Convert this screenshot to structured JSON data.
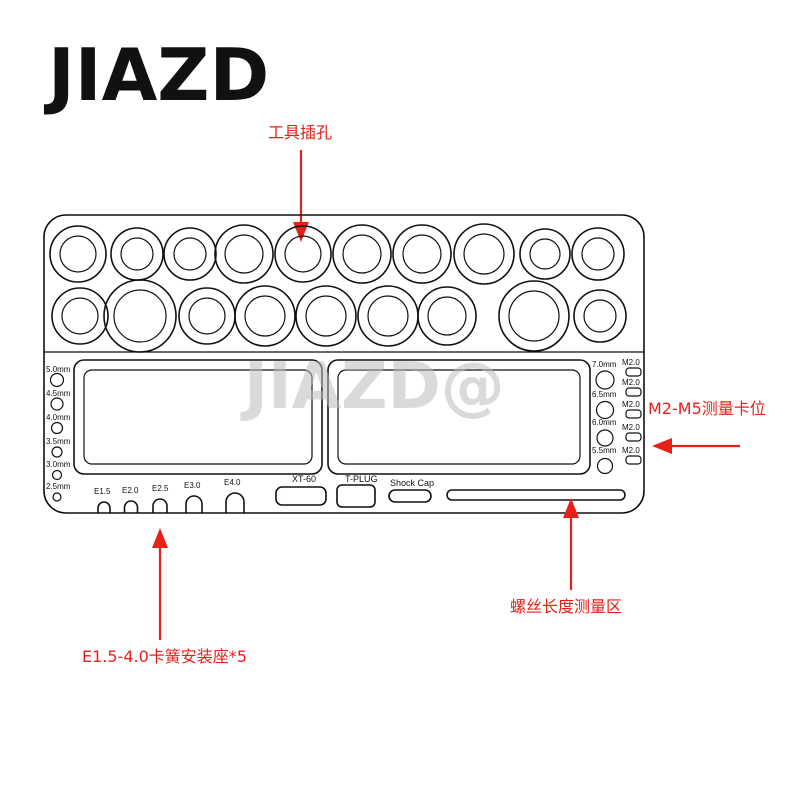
{
  "brand": "JIAZD",
  "watermark": "JIAZD@",
  "colors": {
    "annotation": "#e8201a",
    "outline": "#111111",
    "watermark": "#bdbdbd"
  },
  "annotations": {
    "tool_holes": "工具插孔",
    "gauge_slots": "M2-M5测量卡位",
    "screw_length": "螺丝长度测量区",
    "clip_seats": "E1.5-4.0卡簧安装座*5"
  },
  "left_scale": [
    "5.0mm",
    "4.5mm",
    "4.0mm",
    "3.5mm",
    "3.0mm",
    "2.5mm"
  ],
  "right_scale": [
    "7.0mm",
    "6.5mm",
    "6.0mm",
    "5.5mm"
  ],
  "m_labels": [
    "M2.0",
    "M2.0",
    "M2.0",
    "M2.0",
    "M2.0"
  ],
  "clip_labels": [
    "E1.5",
    "E2.0",
    "E2.5",
    "E3.0",
    "E4.0"
  ],
  "connectors": [
    "XT-60",
    "T-PLUG",
    "Shock Cap"
  ]
}
